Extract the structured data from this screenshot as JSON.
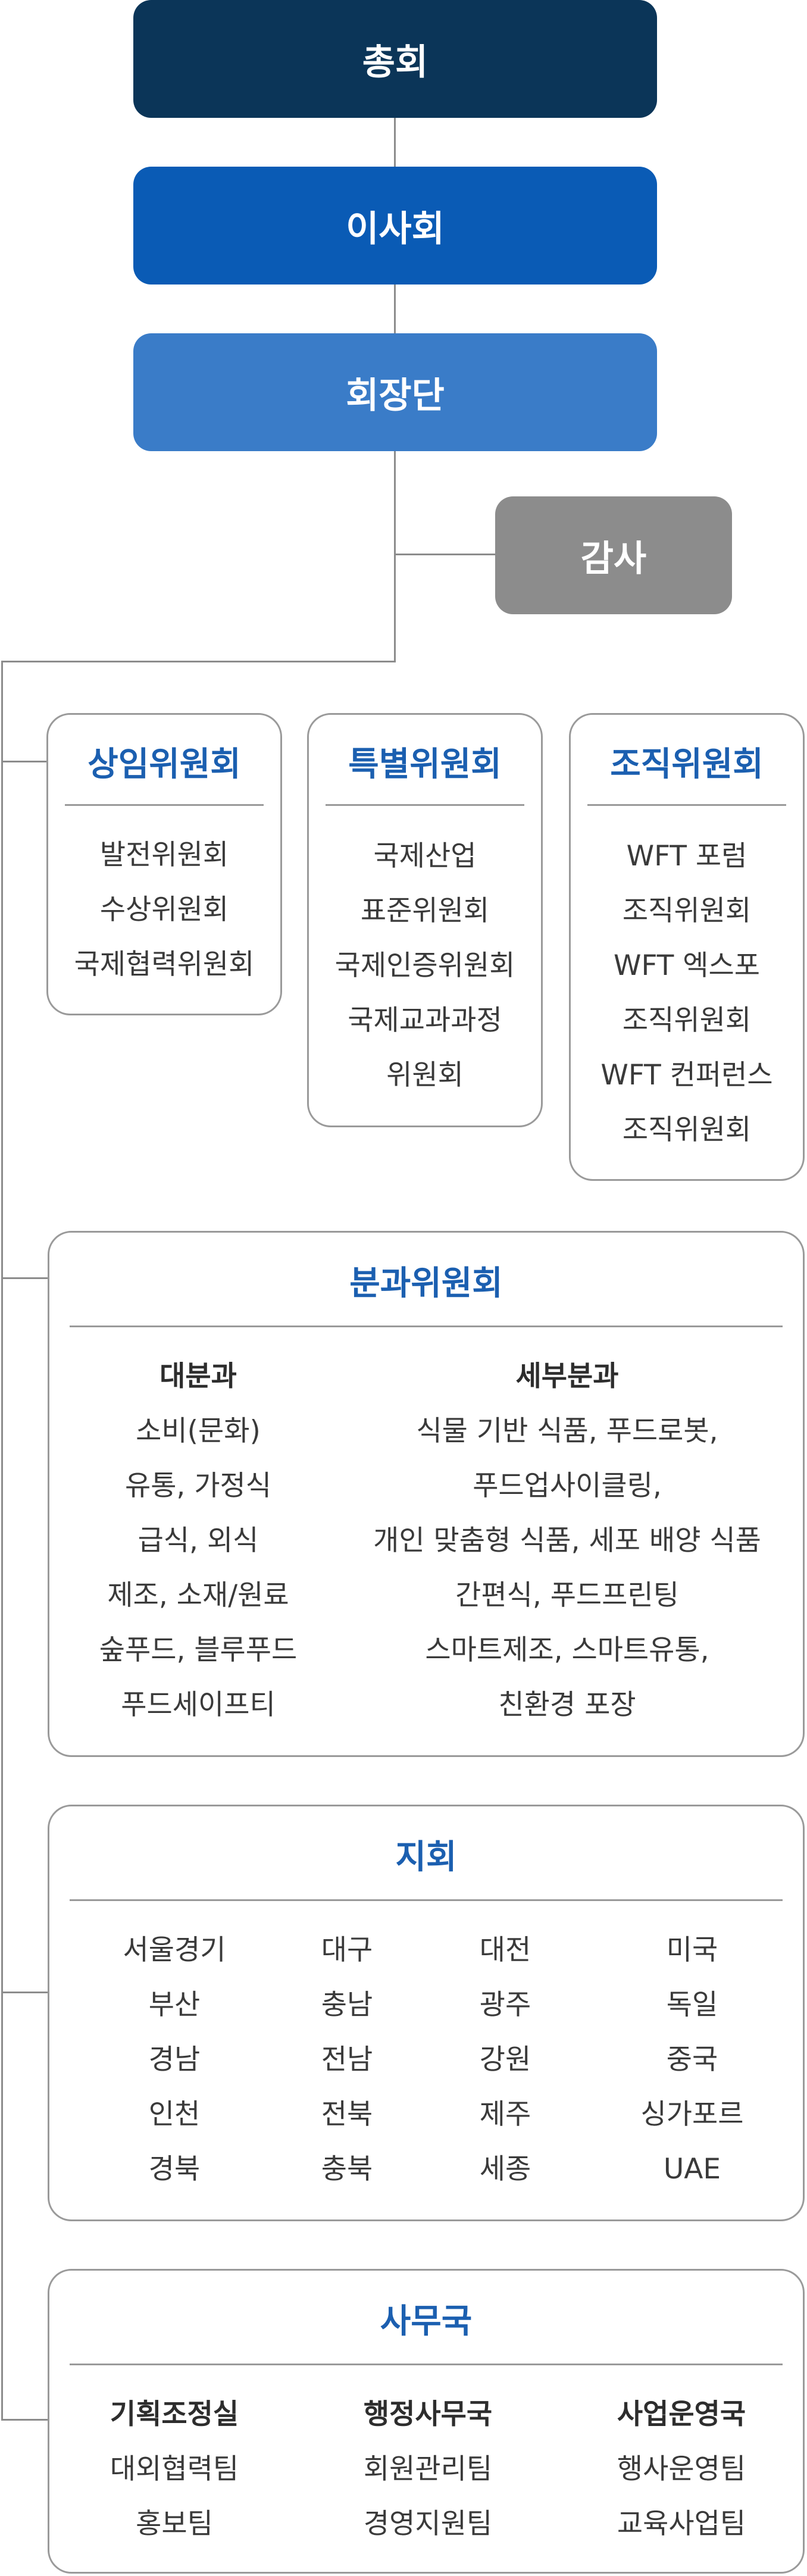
{
  "colors": {
    "general_assembly": "#0b3558",
    "board": "#0a5bb5",
    "executive": "#3a7cc8",
    "audit": "#8c8c8c",
    "accent": "#1b5fb0",
    "border": "#9a9a9a"
  },
  "top": {
    "general_assembly": "총회",
    "board": "이사회",
    "executive": "회장단",
    "audit": "감사"
  },
  "standing": {
    "title": "상임위원회",
    "items": [
      "발전위원회",
      "수상위원회",
      "국제협력위원회"
    ]
  },
  "special": {
    "title": "특별위원회",
    "items": [
      "국제산업",
      "표준위원회",
      "국제인증위원회",
      "국제교과과정",
      "위원회"
    ]
  },
  "organizing": {
    "title": "조직위원회",
    "items": [
      "WFT 포럼",
      "조직위원회",
      "WFT 엑스포",
      "조직위원회",
      "WFT 컨퍼런스",
      "조직위원회"
    ]
  },
  "division": {
    "title": "분과위원회",
    "major_header": "대분과",
    "detail_header": "세부분과",
    "major": [
      "소비(문화)",
      "유통, 가정식",
      "급식, 외식",
      "제조, 소재/원료",
      "숲푸드, 블루푸드",
      "푸드세이프티"
    ],
    "detail": [
      "식물 기반 식품, 푸드로봇,",
      "푸드업사이클링,",
      "개인 맞춤형 식품, 세포 배양 식품",
      "간편식, 푸드프린팅",
      "스마트제조, 스마트유통,",
      "친환경 포장"
    ]
  },
  "branch": {
    "title": "지회",
    "columns": [
      [
        "서울경기",
        "부산",
        "경남",
        "인천",
        "경북"
      ],
      [
        "대구",
        "충남",
        "전남",
        "전북",
        "충북"
      ],
      [
        "대전",
        "광주",
        "강원",
        "제주",
        "세종"
      ],
      [
        "미국",
        "독일",
        "중국",
        "싱가포르",
        "UAE"
      ]
    ]
  },
  "secretariat": {
    "title": "사무국",
    "columns": [
      {
        "head": "기획조정실",
        "items": [
          "대외협력팀",
          "홍보팀"
        ]
      },
      {
        "head": "행정사무국",
        "items": [
          "회원관리팀",
          "경영지원팀"
        ]
      },
      {
        "head": "사업운영국",
        "items": [
          "행사운영팀",
          "교육사업팀"
        ]
      }
    ]
  }
}
